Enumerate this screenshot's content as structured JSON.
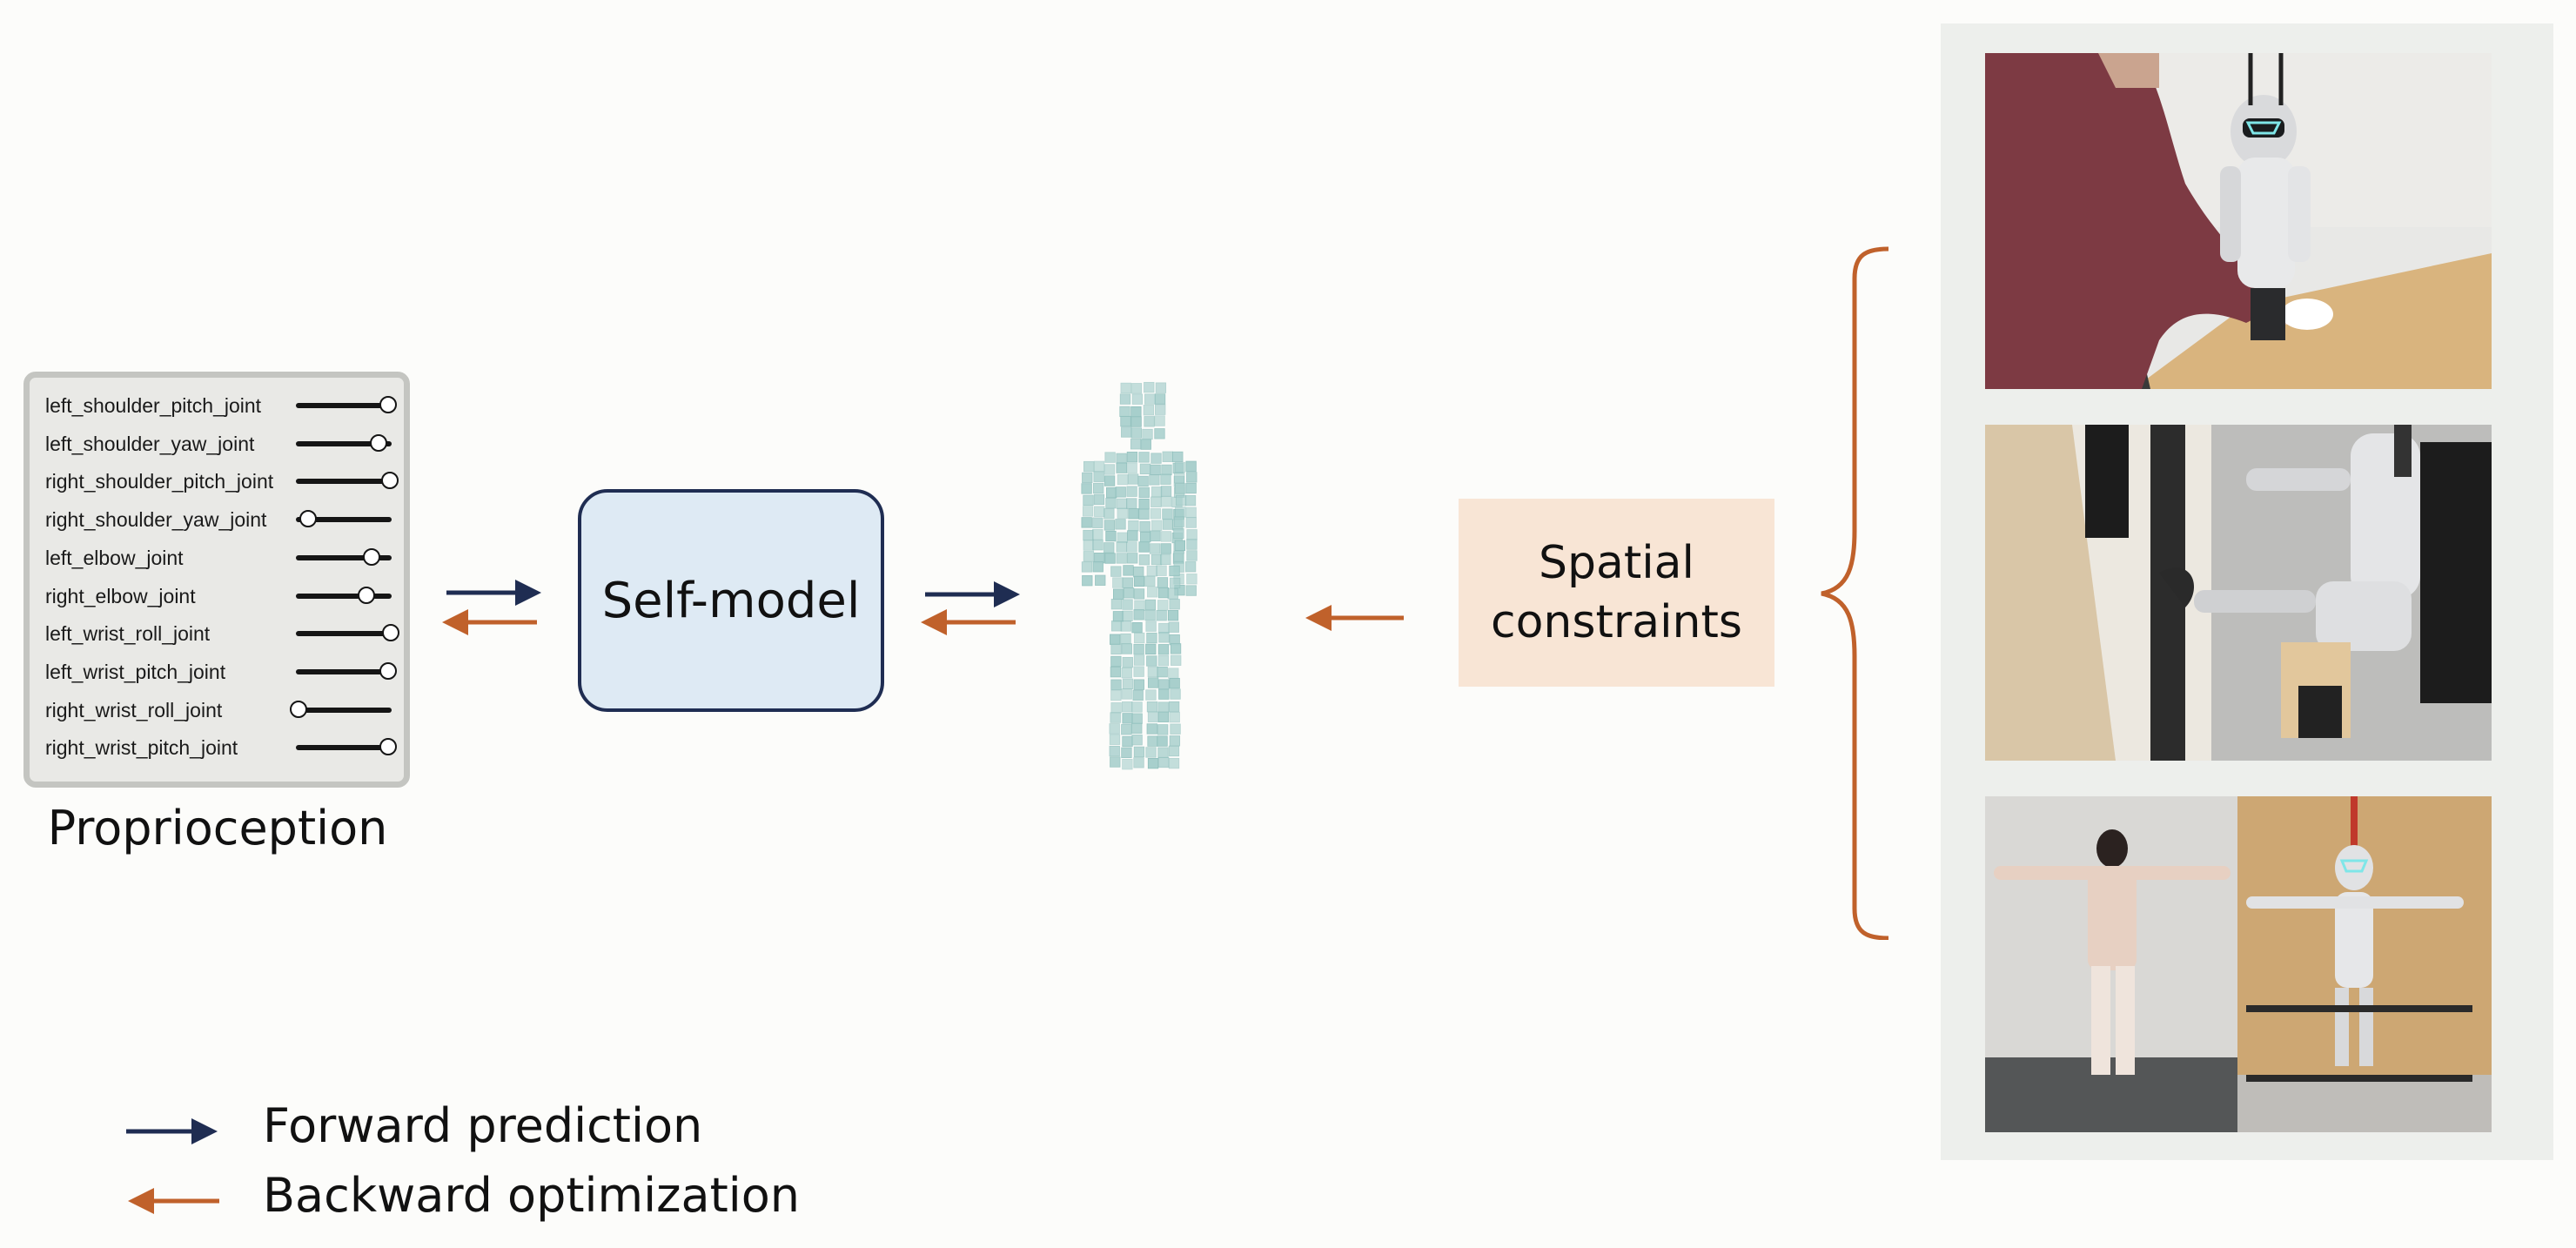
{
  "proprioception": {
    "title": "Proprioception",
    "joints": [
      {
        "label": "left_shoulder_pitch_joint",
        "value": 0.95
      },
      {
        "label": "left_shoulder_yaw_joint",
        "value": 0.85
      },
      {
        "label": "right_shoulder_pitch_joint",
        "value": 0.97
      },
      {
        "label": "right_shoulder_yaw_joint",
        "value": 0.12
      },
      {
        "label": "left_elbow_joint",
        "value": 0.78
      },
      {
        "label": "right_elbow_joint",
        "value": 0.73
      },
      {
        "label": "left_wrist_roll_joint",
        "value": 0.98
      },
      {
        "label": "left_wrist_pitch_joint",
        "value": 0.95
      },
      {
        "label": "right_wrist_roll_joint",
        "value": 0.02
      },
      {
        "label": "right_wrist_pitch_joint",
        "value": 0.95
      }
    ]
  },
  "self_model": {
    "label": "Self-model"
  },
  "spatial_constraints": {
    "line1": "Spatial",
    "line2": "constraints"
  },
  "legend": {
    "forward": {
      "label": "Forward prediction",
      "color": "#1f2d52"
    },
    "backward": {
      "label": "Backward optimization",
      "color": "#c0612b"
    }
  },
  "photos": [
    {
      "icon": "robot-wiping-table-photo"
    },
    {
      "icon": "robot-kneeling-photo"
    },
    {
      "icon": "human-robot-pose-mimic-photo"
    }
  ],
  "colors": {
    "forward": "#1f2d52",
    "backward": "#c0612b",
    "voxel": "#a7cfcc",
    "self_model_fill": "#deeaf4",
    "spatial_fill": "#f8e5d5"
  }
}
